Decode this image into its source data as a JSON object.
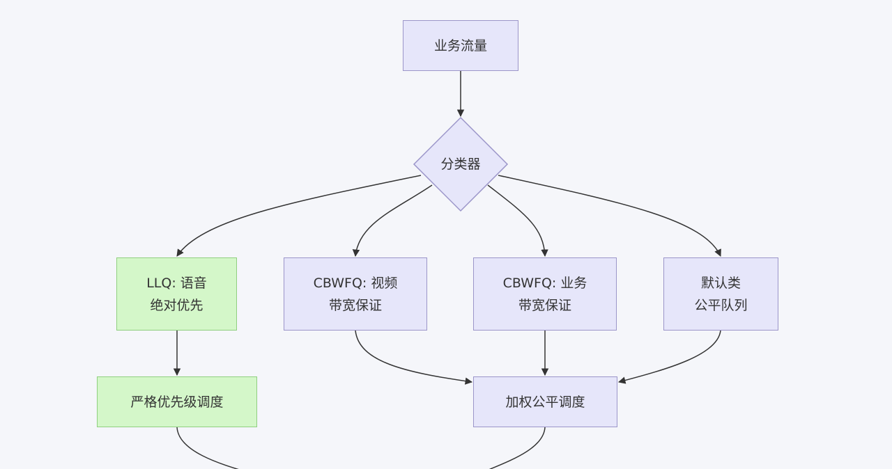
{
  "colors": {
    "background": "#f5f6fa",
    "node_fill": "#e6e6fa",
    "node_border": "#9b95c9",
    "highlight_fill": "#d4f7c9",
    "highlight_border": "#8fcf7f",
    "edge": "#333333",
    "text": "#333333"
  },
  "nodes": {
    "traffic": {
      "lines": [
        "业务流量"
      ]
    },
    "classifier": {
      "label": "分类器"
    },
    "llq": {
      "lines": [
        "LLQ: 语音",
        "绝对优先"
      ]
    },
    "cbwfq_video": {
      "lines": [
        "CBWFQ: 视频",
        "带宽保证"
      ]
    },
    "cbwfq_business": {
      "lines": [
        "CBWFQ: 业务",
        "带宽保证"
      ]
    },
    "default_class": {
      "lines": [
        "默认类",
        "公平队列"
      ]
    },
    "strict_priority": {
      "lines": [
        "严格优先级调度"
      ]
    },
    "weighted_fair": {
      "lines": [
        "加权公平调度"
      ]
    }
  }
}
